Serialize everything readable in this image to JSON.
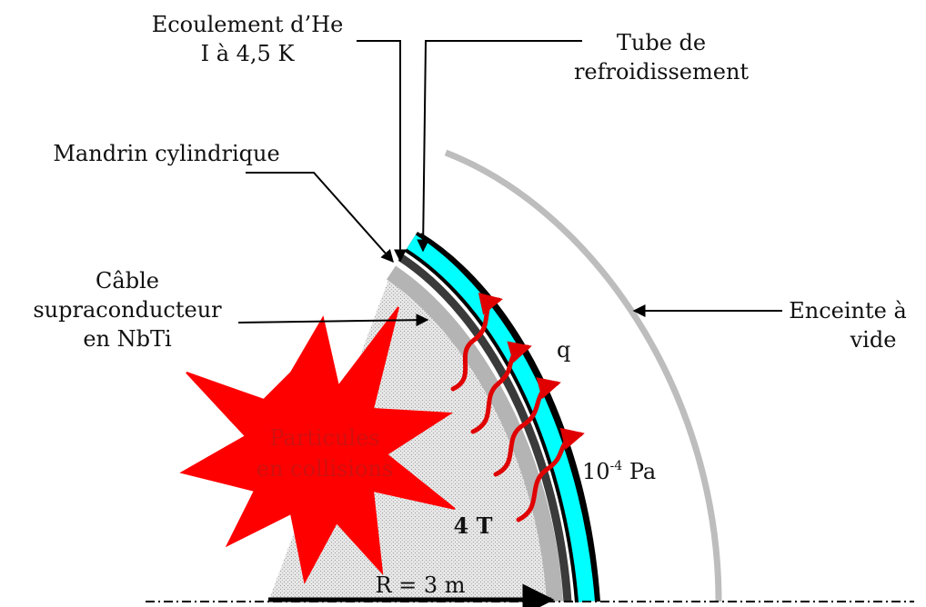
{
  "labels": {
    "helium_flow_line1": "Ecoulement d’He",
    "helium_flow_line2": "I à 4,5 K",
    "cooling_tube_line1": "Tube de",
    "cooling_tube_line2": "refroidissement",
    "mandrel": "Mandrin cylindrique",
    "cable_line1": "Câble",
    "cable_line2": "supraconducteur",
    "cable_line3": "en NbTi",
    "vacuum_vessel_line1": "Enceinte à",
    "vacuum_vessel_line2": "vide",
    "heat_flux": "q",
    "pressure_base": "10",
    "pressure_exponent": "-4",
    "pressure_unit": " Pa",
    "particles_line1": "Particules",
    "particles_line2": "en collisions",
    "field": "4 T",
    "radius": "R = 3 m"
  },
  "colors": {
    "helium_channel": "#00ffff",
    "mandrel": "#3a3a3a",
    "cable": "#b4b4b4",
    "vacuum_vessel": "#bdbdbd",
    "interior_fill": "#e4e4e4",
    "explosion": "#ff0000",
    "heat_arrows": "#e00000",
    "outline": "#000000"
  }
}
